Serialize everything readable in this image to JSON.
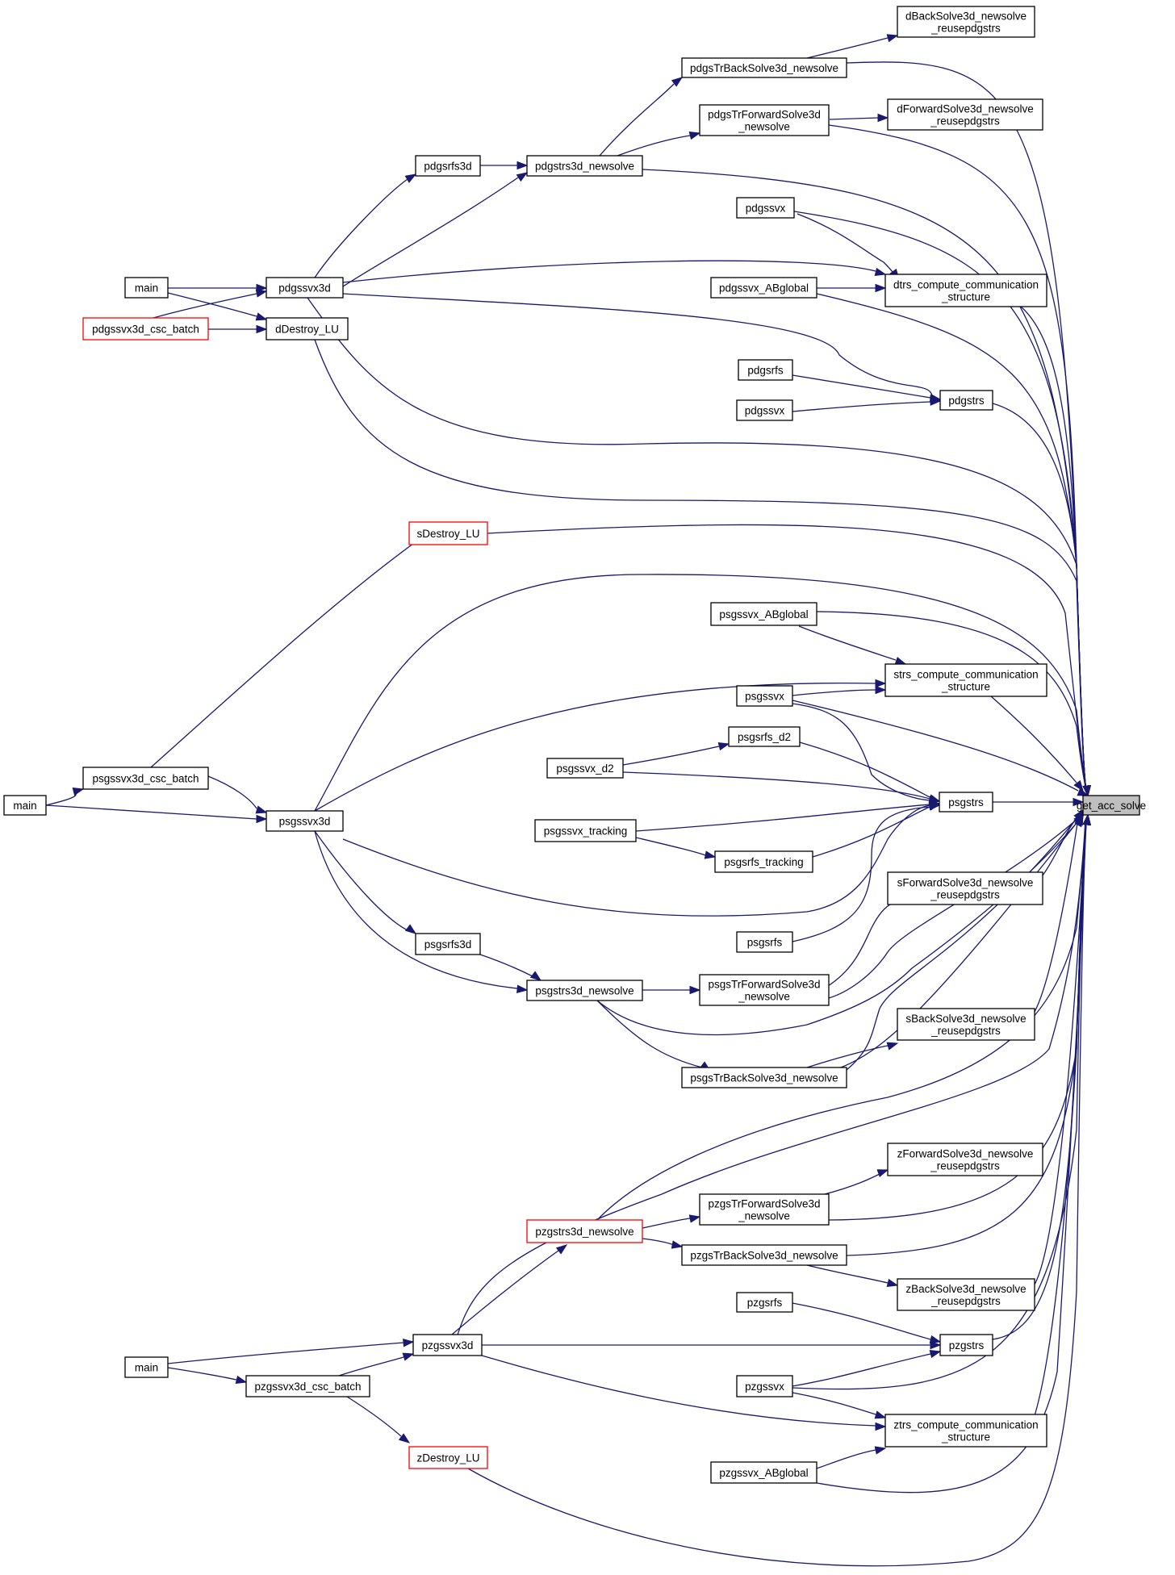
{
  "diagram": {
    "type": "call-graph",
    "root": "get_acc_solve",
    "colors": {
      "edge": "#191970",
      "node_border": "#000000",
      "node_border_incomplete": "#ff0000",
      "root_fill": "#bfbfbf",
      "background": "#ffffff"
    },
    "nodes": [
      {
        "id": "root",
        "lines": [
          "get_acc_solve"
        ],
        "style": "root"
      },
      {
        "id": "dBack_reuse",
        "lines": [
          "dBackSolve3d_newsolve",
          "_reusepdgstrs"
        ]
      },
      {
        "id": "pdgsTrBack",
        "lines": [
          "pdgsTrBackSolve3d_newsolve"
        ]
      },
      {
        "id": "pdgsTrFwd",
        "lines": [
          "pdgsTrForwardSolve3d",
          "_newsolve"
        ]
      },
      {
        "id": "dFwd_reuse",
        "lines": [
          "dForwardSolve3d_newsolve",
          "_reusepdgstrs"
        ]
      },
      {
        "id": "pdgsrfs3d",
        "lines": [
          "pdgsrfs3d"
        ]
      },
      {
        "id": "pdgstrs3d_ns",
        "lines": [
          "pdgstrs3d_newsolve"
        ]
      },
      {
        "id": "pdgssvx_a",
        "lines": [
          "pdgssvx"
        ]
      },
      {
        "id": "main1",
        "lines": [
          "main"
        ]
      },
      {
        "id": "pdgssvx3d",
        "lines": [
          "pdgssvx3d"
        ]
      },
      {
        "id": "pdgssvx_ABglobal",
        "lines": [
          "pdgssvx_ABglobal"
        ]
      },
      {
        "id": "dtrs_comm",
        "lines": [
          "dtrs_compute_communication",
          "_structure"
        ]
      },
      {
        "id": "pdgssvx3d_csc",
        "lines": [
          "pdgssvx3d_csc_batch"
        ],
        "style": "red"
      },
      {
        "id": "dDestroy_LU",
        "lines": [
          "dDestroy_LU"
        ]
      },
      {
        "id": "pdgsrfs",
        "lines": [
          "pdgsrfs"
        ]
      },
      {
        "id": "pdgstrs",
        "lines": [
          "pdgstrs"
        ]
      },
      {
        "id": "pdgssvx_b",
        "lines": [
          "pdgssvx"
        ]
      },
      {
        "id": "sDestroy_LU",
        "lines": [
          "sDestroy_LU"
        ],
        "style": "red"
      },
      {
        "id": "psgssvx_ABglobal",
        "lines": [
          "psgssvx_ABglobal"
        ]
      },
      {
        "id": "strs_comm",
        "lines": [
          "strs_compute_communication",
          "_structure"
        ]
      },
      {
        "id": "psgssvx",
        "lines": [
          "psgssvx"
        ]
      },
      {
        "id": "psgsrfs_d2",
        "lines": [
          "psgsrfs_d2"
        ]
      },
      {
        "id": "psgssvx_d2",
        "lines": [
          "psgssvx_d2"
        ]
      },
      {
        "id": "psgssvx3d_csc",
        "lines": [
          "psgssvx3d_csc_batch"
        ]
      },
      {
        "id": "main2",
        "lines": [
          "main"
        ]
      },
      {
        "id": "psgstrs",
        "lines": [
          "psgstrs"
        ]
      },
      {
        "id": "psgssvx3d",
        "lines": [
          "psgssvx3d"
        ]
      },
      {
        "id": "psgssvx_tracking",
        "lines": [
          "psgssvx_tracking"
        ]
      },
      {
        "id": "psgsrfs_tracking",
        "lines": [
          "psgsrfs_tracking"
        ]
      },
      {
        "id": "sFwd_reuse",
        "lines": [
          "sForwardSolve3d_newsolve",
          "_reusepdgstrs"
        ]
      },
      {
        "id": "psgsrfs",
        "lines": [
          "psgsrfs"
        ]
      },
      {
        "id": "psgsrfs3d",
        "lines": [
          "psgsrfs3d"
        ]
      },
      {
        "id": "psgsTrFwd",
        "lines": [
          "psgsTrForwardSolve3d",
          "_newsolve"
        ]
      },
      {
        "id": "psgstrs3d_ns",
        "lines": [
          "psgstrs3d_newsolve"
        ]
      },
      {
        "id": "sBack_reuse",
        "lines": [
          "sBackSolve3d_newsolve",
          "_reusepdgstrs"
        ]
      },
      {
        "id": "psgsTrBack",
        "lines": [
          "psgsTrBackSolve3d_newsolve"
        ]
      },
      {
        "id": "zFwd_reuse",
        "lines": [
          "zForwardSolve3d_newsolve",
          "_reusepdgstrs"
        ]
      },
      {
        "id": "pzgsTrFwd",
        "lines": [
          "pzgsTrForwardSolve3d",
          "_newsolve"
        ]
      },
      {
        "id": "pzgstrs3d_ns",
        "lines": [
          "pzgstrs3d_newsolve"
        ],
        "style": "red"
      },
      {
        "id": "pzgsTrBack",
        "lines": [
          "pzgsTrBackSolve3d_newsolve"
        ]
      },
      {
        "id": "zBack_reuse",
        "lines": [
          "zBackSolve3d_newsolve",
          "_reusepdgstrs"
        ]
      },
      {
        "id": "pzgsrfs",
        "lines": [
          "pzgsrfs"
        ]
      },
      {
        "id": "pzgssvx3d",
        "lines": [
          "pzgssvx3d"
        ]
      },
      {
        "id": "pzgstrs",
        "lines": [
          "pzgstrs"
        ]
      },
      {
        "id": "main3",
        "lines": [
          "main"
        ]
      },
      {
        "id": "pzgssvx3d_csc",
        "lines": [
          "pzgssvx3d_csc_batch"
        ]
      },
      {
        "id": "pzgssvx",
        "lines": [
          "pzgssvx"
        ]
      },
      {
        "id": "ztrs_comm",
        "lines": [
          "ztrs_compute_communication",
          "_structure"
        ]
      },
      {
        "id": "zDestroy_LU",
        "lines": [
          "zDestroy_LU"
        ],
        "style": "red"
      },
      {
        "id": "pzgssvx_ABglobal",
        "lines": [
          "pzgssvx_ABglobal"
        ]
      }
    ]
  }
}
